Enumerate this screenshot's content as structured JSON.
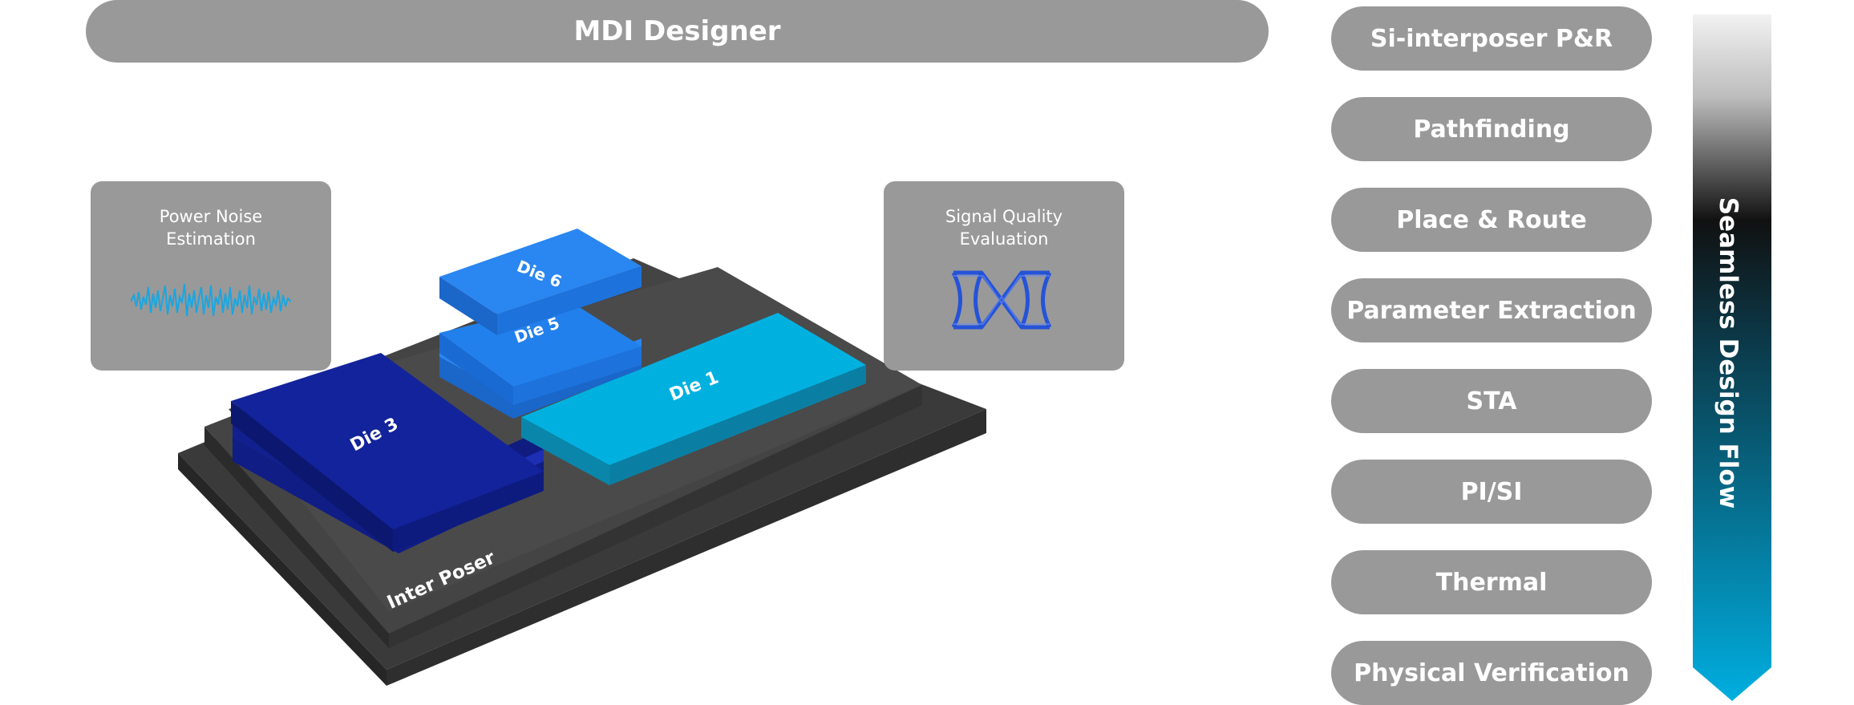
{
  "header": {
    "title": "MDI Designer"
  },
  "power_box": {
    "title": "Power Noise\nEstimation"
  },
  "signal_box": {
    "title": "Signal Quality\nEvaluation"
  },
  "package": {
    "interposer_label": "Inter Poser",
    "dies": [
      {
        "label": "Die 6"
      },
      {
        "label": "Die 5"
      },
      {
        "label": "Die 3"
      },
      {
        "label": "Die 1"
      }
    ]
  },
  "flow": {
    "label": "Seamless Design Flow",
    "steps": [
      "Si-interposer P&R",
      "Pathfinding",
      "Place & Route",
      "Parameter Extraction",
      "STA",
      "PI/SI",
      "Thermal",
      "Physical Verification"
    ]
  },
  "colors": {
    "pill_gray": "#999999",
    "interposer_dark": "#444444",
    "die_navy": "#13239b",
    "die_blue": "#1f80ea",
    "die_cyan": "#00b1e0",
    "wave_cyan": "#1aa6e0",
    "eye_blue": "#2553d8",
    "flow_gradient_top": "#f2f2f2",
    "flow_gradient_mid": "#111111",
    "flow_gradient_bottom": "#00aee0"
  }
}
